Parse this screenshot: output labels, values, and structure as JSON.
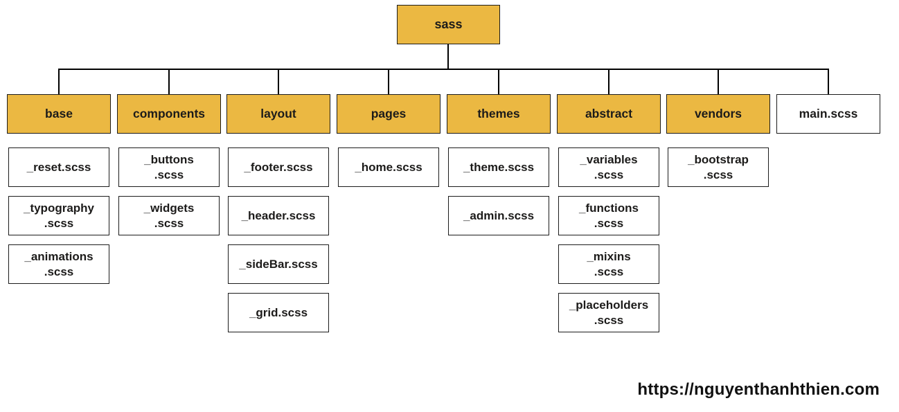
{
  "diagram": {
    "root": {
      "label": "sass"
    },
    "columns": [
      {
        "header": "base",
        "children": [
          {
            "l1": "_reset.scss",
            "l2": ""
          },
          {
            "l1": "_typography",
            "l2": ".scss"
          },
          {
            "l1": "_animations",
            "l2": ".scss"
          }
        ]
      },
      {
        "header": "components",
        "children": [
          {
            "l1": "_buttons",
            "l2": ".scss"
          },
          {
            "l1": "_widgets",
            "l2": ".scss"
          }
        ]
      },
      {
        "header": "layout",
        "children": [
          {
            "l1": "_footer.scss",
            "l2": ""
          },
          {
            "l1": "_header.scss",
            "l2": ""
          },
          {
            "l1": "_sideBar.scss",
            "l2": ""
          },
          {
            "l1": "_grid.scss",
            "l2": ""
          }
        ]
      },
      {
        "header": "pages",
        "children": [
          {
            "l1": "_home.scss",
            "l2": ""
          }
        ]
      },
      {
        "header": "themes",
        "children": [
          {
            "l1": "_theme.scss",
            "l2": ""
          },
          {
            "l1": "_admin.scss",
            "l2": ""
          }
        ]
      },
      {
        "header": "abstract",
        "children": [
          {
            "l1": "_variables",
            "l2": ".scss"
          },
          {
            "l1": "_functions",
            "l2": ".scss"
          },
          {
            "l1": "_mixins",
            "l2": ".scss"
          },
          {
            "l1": "_placeholders",
            "l2": ".scss"
          }
        ]
      },
      {
        "header": "vendors",
        "children": [
          {
            "l1": "_bootstrap",
            "l2": ".scss"
          }
        ]
      },
      {
        "header": "main.scss",
        "children": []
      }
    ],
    "colors": {
      "folder_fill": "#EBB842",
      "file_fill": "#FFFFFF",
      "border": "#1B1B1B",
      "line": "#000000"
    },
    "footer": {
      "url": "https://nguyenthanhthien.com"
    }
  }
}
